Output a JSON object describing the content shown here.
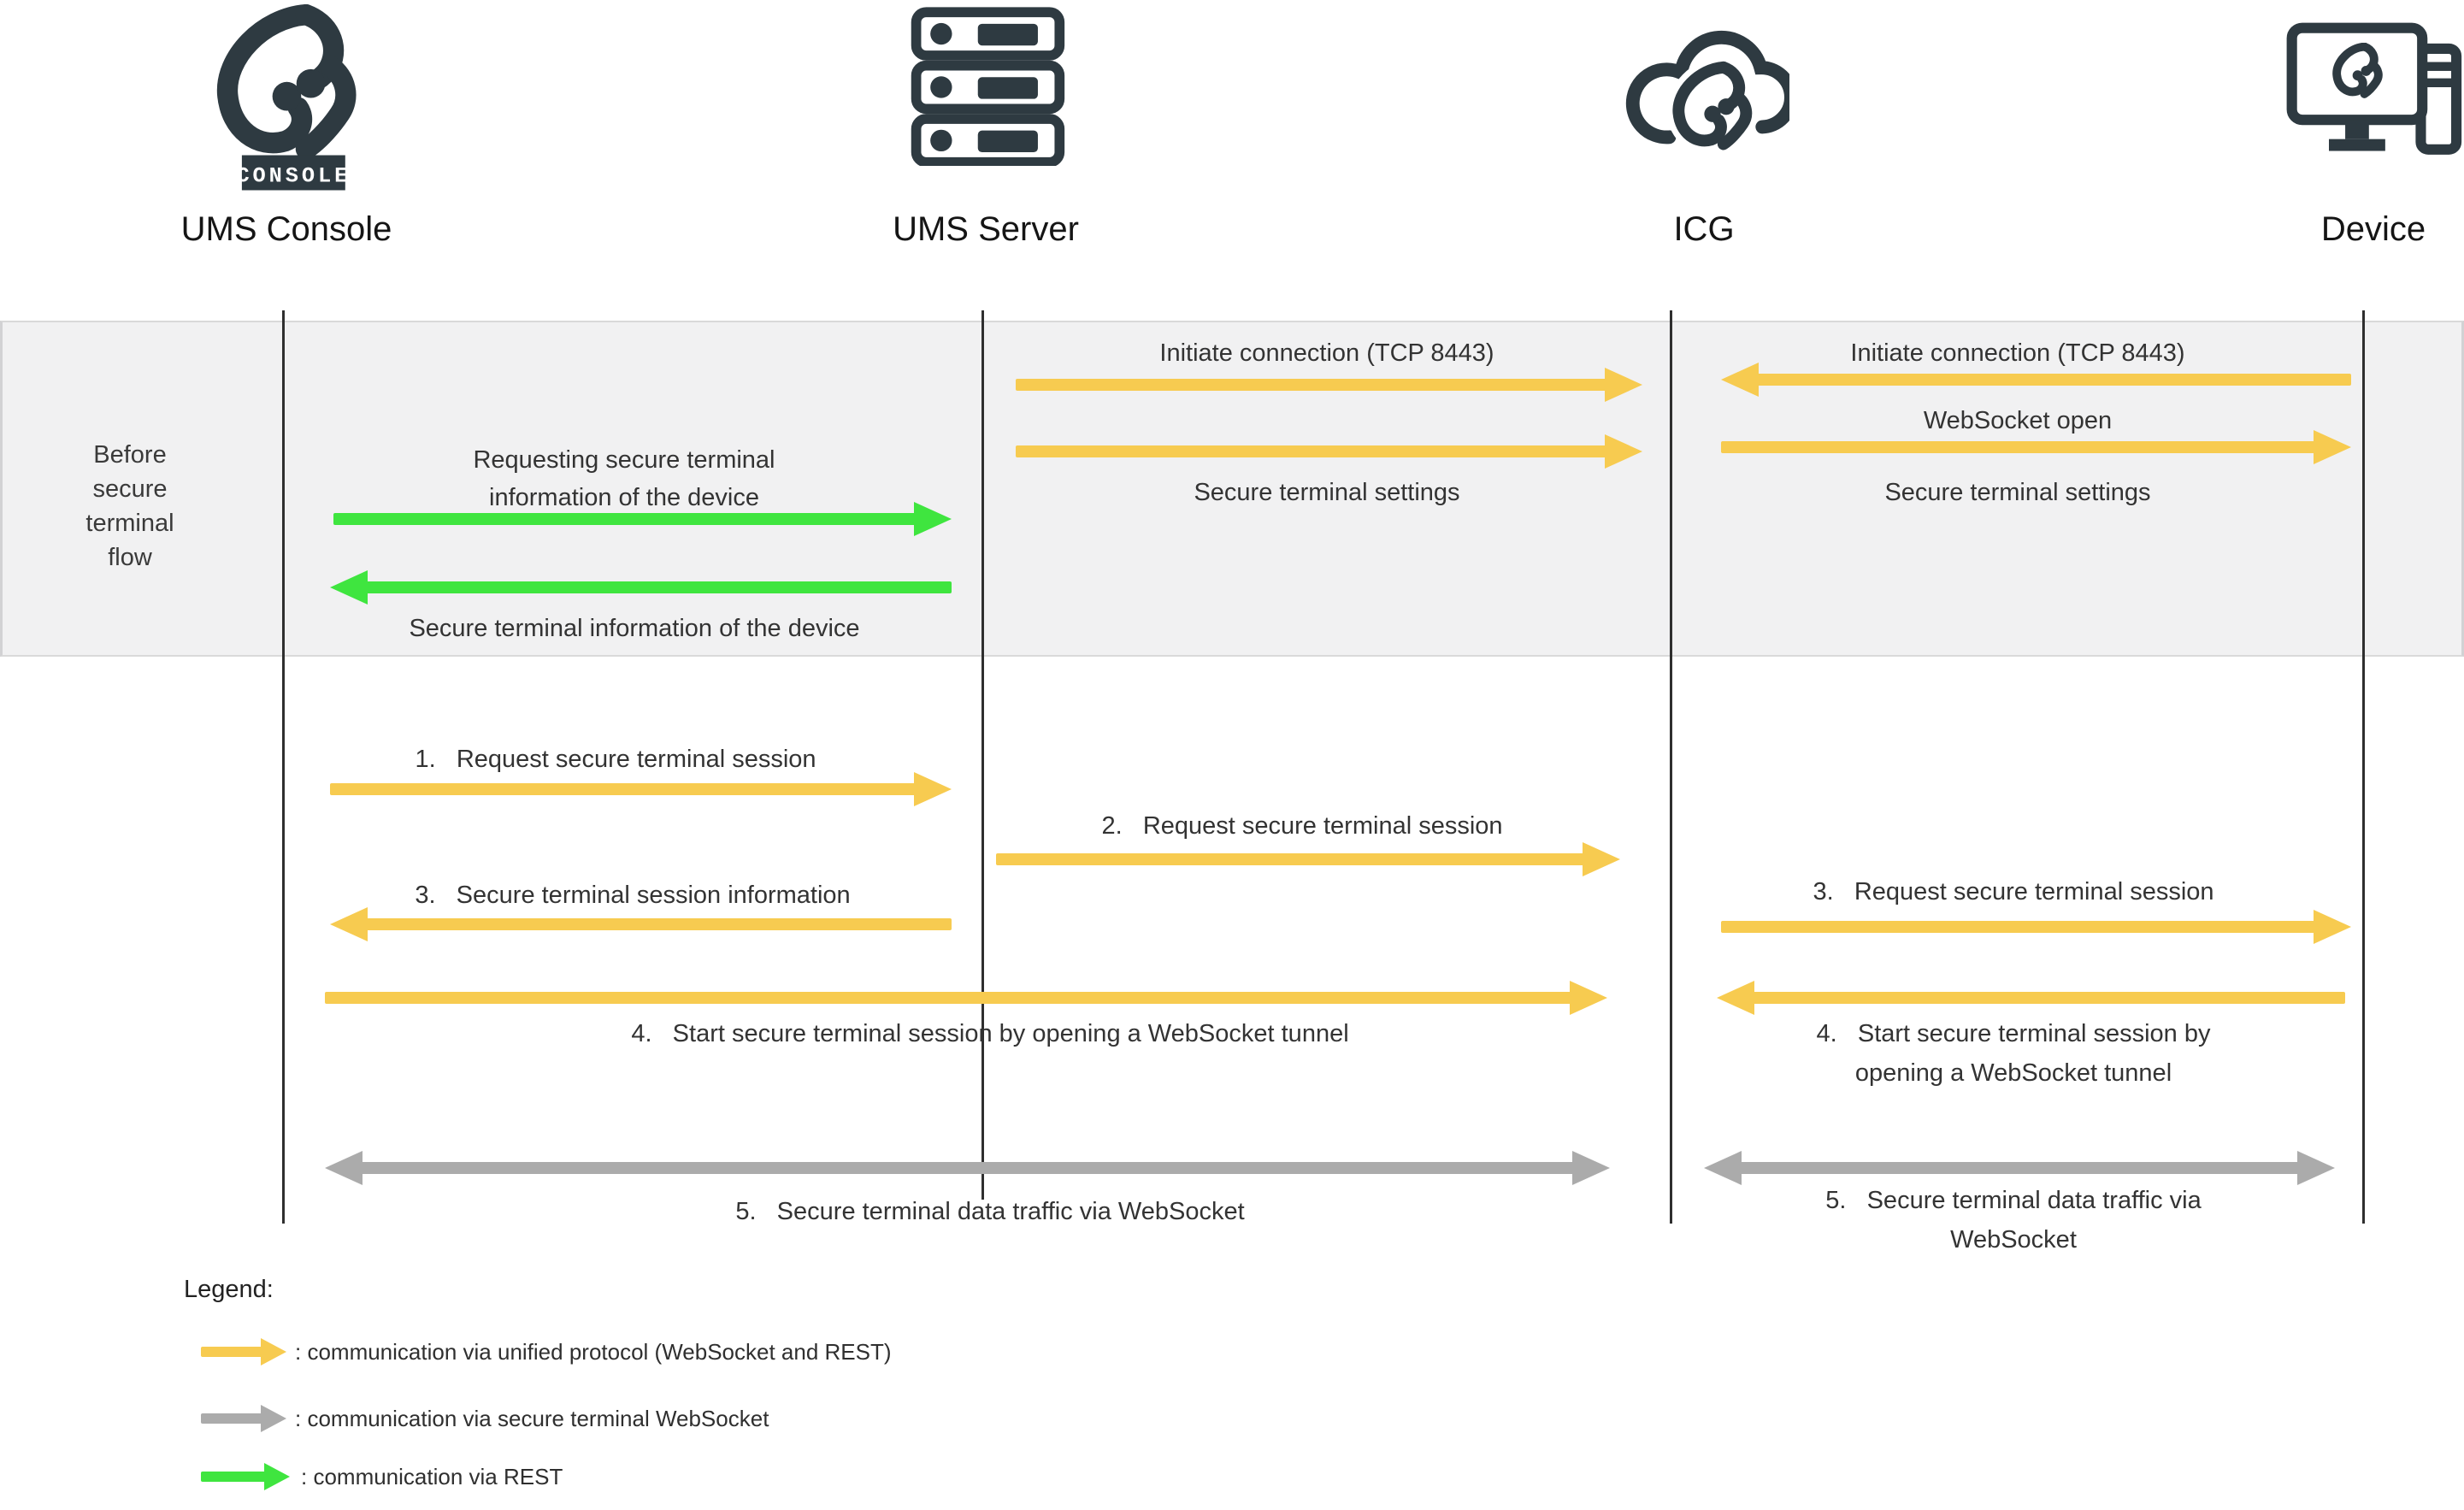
{
  "colors": {
    "accent_yellow": "#F7CB50",
    "accent_green": "#3FE53F",
    "accent_gray": "#ABABAB",
    "icon_dark": "#2E3A41",
    "band_background": "#F1F1F2"
  },
  "actors": [
    {
      "id": "ums-console",
      "label": "UMS Console",
      "badge": "CONSOLE"
    },
    {
      "id": "ums-server",
      "label": "UMS Server"
    },
    {
      "id": "icg",
      "label": "ICG"
    },
    {
      "id": "device",
      "label": "Device"
    }
  ],
  "band_label": "Before secure terminal flow",
  "messages": {
    "before_left_request": "Requesting secure terminal information of the device",
    "before_left_response": "Secure terminal information of the device",
    "before_mid_initiate": "Initiate connection (TCP 8443)",
    "before_mid_settings": "Secure terminal settings",
    "before_right_initiate": "Initiate connection (TCP 8443)",
    "before_right_websocket": "WebSocket open",
    "before_right_settings": "Secure terminal settings",
    "step1": "1.   Request secure terminal session",
    "step2": "2.   Request secure terminal session",
    "step3_left": "3.   Secure terminal session information",
    "step3_right": "3.   Request secure terminal session",
    "step4_long": "4.   Start secure terminal session by opening a WebSocket tunnel",
    "step4_right": "4.   Start secure terminal session by opening a WebSocket tunnel",
    "step5_long": "5.   Secure terminal data traffic via WebSocket",
    "step5_right": "5.   Secure terminal data traffic via WebSocket"
  },
  "legend": {
    "title": "Legend:",
    "items": [
      {
        "arrow": "yellow",
        "label": ": communication via unified protocol (WebSocket and REST)"
      },
      {
        "arrow": "gray",
        "label": ": communication via secure terminal WebSocket"
      },
      {
        "arrow": "green",
        "label": ": communication via REST"
      }
    ]
  }
}
